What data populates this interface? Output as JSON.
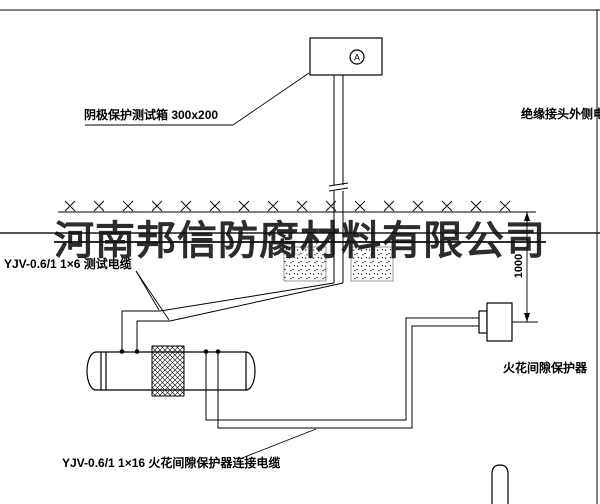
{
  "labels": {
    "test_box": "阴极保护测试箱 300x200",
    "outer_cable": "绝缘接头外侧电缆",
    "test_cable": "YJV-0.6/1 1×6  测试电缆",
    "spark_gap": "火花间隙保护器",
    "spark_cable": "YJV-0.6/1 1×16  火花间隙保护器连接电缆",
    "dimension": "1000",
    "ammeter": "A"
  },
  "watermark": "河南邦信防腐材料有限公司",
  "colors": {
    "line": "#000000",
    "background": "#ffffff",
    "watermark_text": "#1a1a1a"
  }
}
